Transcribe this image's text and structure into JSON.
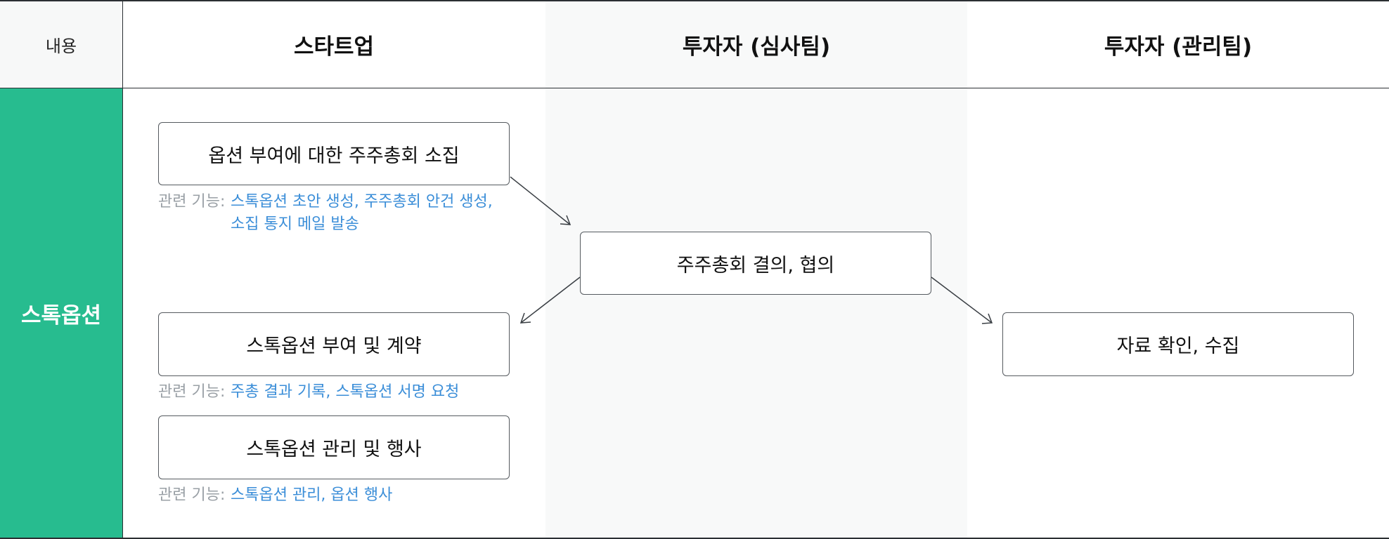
{
  "header": {
    "first": "내용",
    "columns": [
      "스타트업",
      "투자자 (심사팀)",
      "투자자 (관리팀)"
    ]
  },
  "row": {
    "label": "스톡옵션"
  },
  "steps": [
    {
      "text": "옵션 부여에 대한 주주총회 소집",
      "related_label": "관련 기능:",
      "related": [
        "스톡옵션 초안 생성, 주주총회 안건 생성,",
        "소집 통지 메일 발송"
      ]
    },
    {
      "text": "주주총회 결의, 협의"
    },
    {
      "text": "스톡옵션 부여 및 계약",
      "related_label": "관련 기능:",
      "related": [
        "주총 결과 기록, 스톡옵션 서명 요청"
      ]
    },
    {
      "text": "자료 확인, 수집"
    },
    {
      "text": "스톡옵션 관리 및 행사",
      "related_label": "관련 기능:",
      "related": [
        "스톡옵션 관리, 옵션 행사"
      ]
    }
  ],
  "colors": {
    "accent": "#27bc8f",
    "link": "#3b8ed8",
    "muted": "#9aa0a6",
    "reviewer_column_bg": "#f8f9f9"
  }
}
